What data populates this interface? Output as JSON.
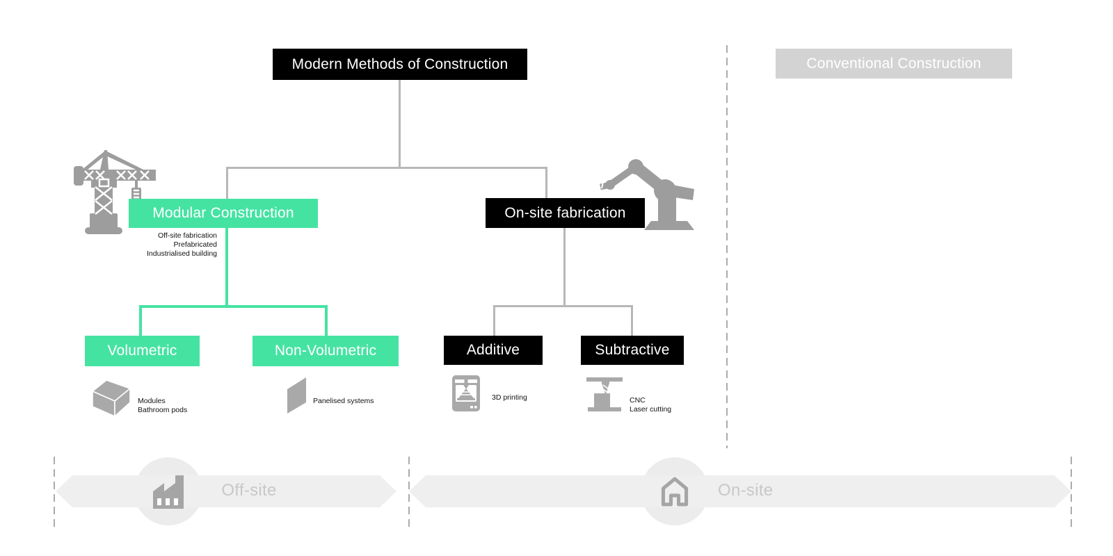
{
  "tree": {
    "root": {
      "label": "Modern Methods of Construction"
    },
    "branches": [
      {
        "label": "Modular Construction",
        "style": "green",
        "notes": [
          "Off-site fabrication",
          "Prefabricated",
          "Industrialised building"
        ],
        "children": [
          {
            "label": "Volumetric",
            "icon": "cube-icon",
            "examples": [
              "Modules",
              "Bathroom pods"
            ]
          },
          {
            "label": "Non-Volumetric",
            "icon": "panel-icon",
            "examples": [
              "Panelised systems"
            ]
          }
        ]
      },
      {
        "label": "On-site fabrication",
        "style": "black",
        "children": [
          {
            "label": "Additive",
            "icon": "printer-3d-icon",
            "examples": [
              "3D printing"
            ]
          },
          {
            "label": "Subtractive",
            "icon": "cnc-icon",
            "examples": [
              "CNC",
              "Laser cutting"
            ]
          }
        ]
      }
    ]
  },
  "conventional": {
    "label": "Conventional Construction"
  },
  "footer": {
    "offsite": {
      "label": "Off-site",
      "icon": "factory-icon"
    },
    "onsite": {
      "label": "On-site",
      "icon": "house-icon"
    }
  },
  "decorative_icons": [
    "crane-icon",
    "robot-arm-icon"
  ],
  "colors": {
    "accent_green": "#45e3a2",
    "node_black": "#000000",
    "conventional_gray": "#d3d3d3",
    "connector_gray": "#b7b7b7",
    "icon_gray": "#9d9d9d",
    "band_gray": "#efefef",
    "band_text_gray": "#c8c8c8"
  }
}
